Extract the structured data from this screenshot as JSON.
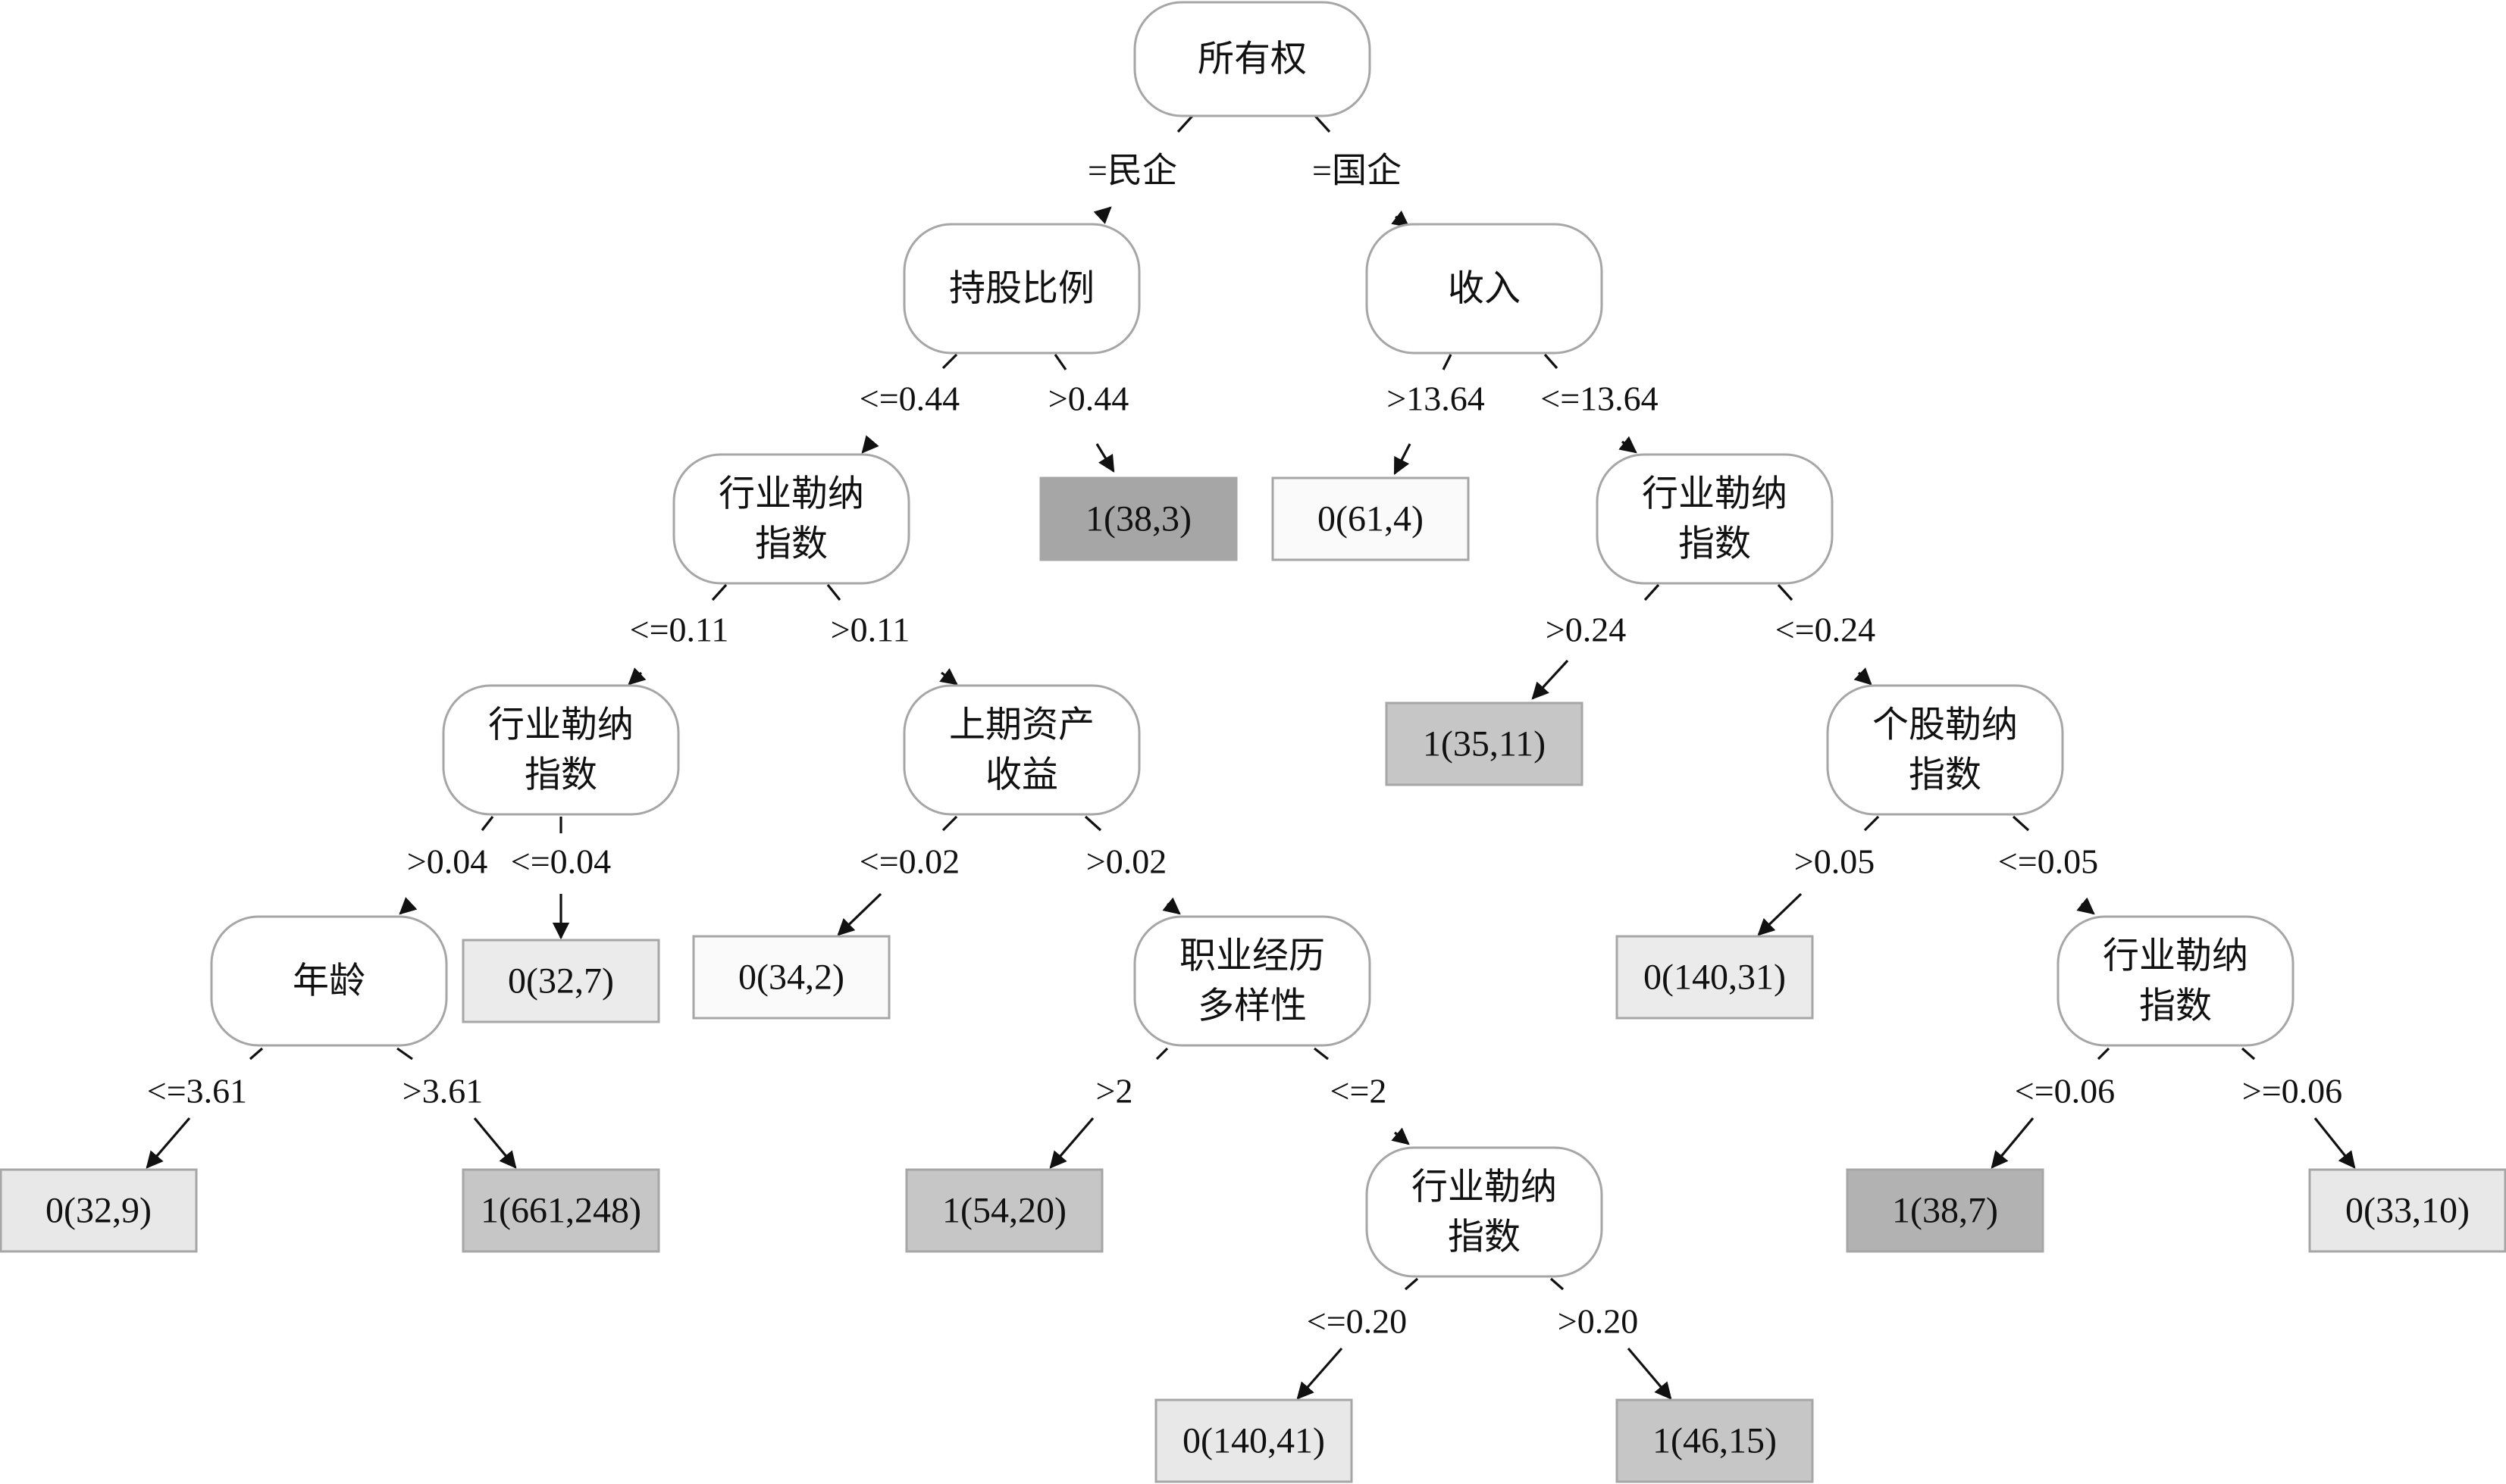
{
  "nodes": {
    "n1": {
      "lines": [
        "所有权"
      ]
    },
    "n2": {
      "lines": [
        "持股比例"
      ]
    },
    "n3": {
      "lines": [
        "收入"
      ]
    },
    "n4": {
      "lines": [
        "行业勒纳",
        "指数"
      ]
    },
    "n5": {
      "lines": [
        "行业勒纳",
        "指数"
      ]
    },
    "n6": {
      "lines": [
        "行业勒纳",
        "指数"
      ]
    },
    "n7": {
      "lines": [
        "上期资产",
        "收益"
      ]
    },
    "n8": {
      "lines": [
        "个股勒纳",
        "指数"
      ]
    },
    "n9": {
      "lines": [
        "年龄"
      ]
    },
    "n10": {
      "lines": [
        "职业经历",
        "多样性"
      ]
    },
    "n11": {
      "lines": [
        "行业勒纳",
        "指数"
      ]
    },
    "n12": {
      "lines": [
        "行业勒纳",
        "指数"
      ]
    }
  },
  "leaves": {
    "l1": {
      "label": "1(38,3)",
      "color": "#a6a6a6"
    },
    "l2": {
      "label": "0(61,4)",
      "color": "#fafafa"
    },
    "l3": {
      "label": "1(35,11)",
      "color": "#c6c6c6"
    },
    "l4": {
      "label": "0(32,7)",
      "color": "#ebebeb"
    },
    "l5": {
      "label": "0(34,2)",
      "color": "#fafafa"
    },
    "l6": {
      "label": "0(140,31)",
      "color": "#ebebeb"
    },
    "l7": {
      "label": "0(32,9)",
      "color": "#e8e8e8"
    },
    "l8": {
      "label": "1(661,248)",
      "color": "#c6c6c6"
    },
    "l9": {
      "label": "1(54,20)",
      "color": "#c6c6c6"
    },
    "l10": {
      "label": "1(38,7)",
      "color": "#b2b2b2"
    },
    "l11": {
      "label": "0(33,10)",
      "color": "#e8e8e8"
    },
    "l12": {
      "label": "0(140,41)",
      "color": "#e8e8e8"
    },
    "l13": {
      "label": "1(46,15)",
      "color": "#c6c6c6"
    }
  },
  "edges": {
    "e1": "=民企",
    "e2": "=国企",
    "e3": "<=0.44",
    "e4": ">0.44",
    "e5": ">13.64",
    "e6": "<=13.64",
    "e7": "<=0.11",
    "e8": ">0.11",
    "e9": ">0.24",
    "e10": "<=0.24",
    "e11": ">0.04",
    "e12": "<=0.04",
    "e13": "<=0.02",
    "e14": ">0.02",
    "e15": ">0.05",
    "e16": "<=0.05",
    "e17": "<=3.61",
    "e18": ">3.61",
    "e19": ">2",
    "e20": "<=2",
    "e21": "<=0.06",
    "e22": ">=0.06",
    "e23": "<=0.20",
    "e24": ">0.20"
  }
}
